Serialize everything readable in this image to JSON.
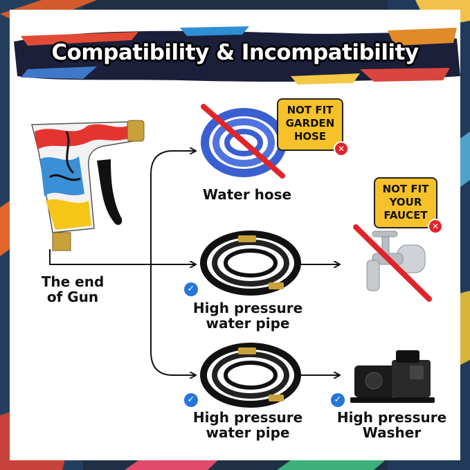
{
  "title": "Compatibility & Incompatibility",
  "gun": {
    "label_line1": "The end",
    "label_line2": "of Gun"
  },
  "water_hose": {
    "label": "Water hose",
    "badge_line1": "NOT FIT",
    "badge_line2": "GARDEN",
    "badge_line3": "HOSE"
  },
  "faucet": {
    "badge_line1": "NOT FIT",
    "badge_line2": "YOUR",
    "badge_line3": "FAUCET"
  },
  "pipe_1": {
    "label_line1": "High pressure",
    "label_line2": "water pipe"
  },
  "pipe_2": {
    "label_line1": "High pressure",
    "label_line2": "water pipe"
  },
  "washer": {
    "label_line1": "High pressure",
    "label_line2": "Washer"
  },
  "icons": {
    "check": "check-circle-icon",
    "cross": "x-circle-icon",
    "arrow": "arrow-right-icon"
  },
  "colors": {
    "badge": "#f6c12a",
    "cross_line": "#e0252a",
    "check": "#2476d9",
    "hose": "#3a5fd0",
    "pipe": "#111111",
    "brass": "#c9a13a"
  }
}
